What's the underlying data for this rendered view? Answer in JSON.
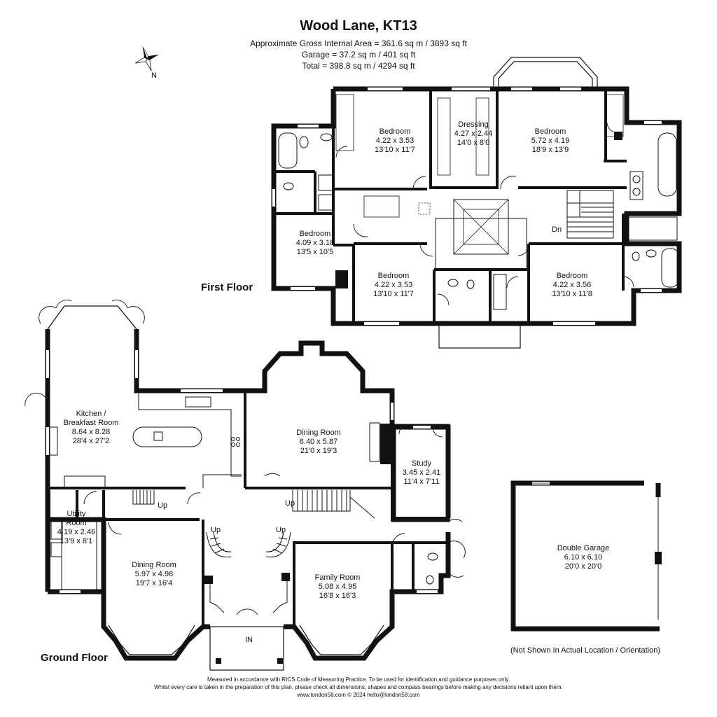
{
  "header": {
    "title": "Wood Lane, KT13",
    "area_lines": [
      "Approximate Gross Internal Area = 361.6 sq m / 3893 sq ft",
      "Garage  = 37.2 sq m / 401 sq ft",
      "Total = 398.8 sq m / 4294 sq ft"
    ]
  },
  "compass": {
    "icon": "compass-rose-icon",
    "label": "N"
  },
  "floors": {
    "first": {
      "label": "First Floor",
      "rooms": [
        {
          "name": "Bedroom",
          "metric": "4.22 x 3.53",
          "imperial": "13'10 x 11'7"
        },
        {
          "name": "Dressing",
          "metric": "4.27 x 2.44",
          "imperial": "14'0 x 8'0"
        },
        {
          "name": "Bedroom",
          "metric": "5.72 x 4.19",
          "imperial": "18'9 x 13'9"
        },
        {
          "name": "Bedroom",
          "metric": "4.09 x 3.18",
          "imperial": "13'5 x 10'5"
        },
        {
          "name": "Bedroom",
          "metric": "4.22 x 3.53",
          "imperial": "13'10 x 11'7"
        },
        {
          "name": "Bedroom",
          "metric": "4.22 x 3.56",
          "imperial": "13'10 x 11'8"
        }
      ],
      "stairs_label": "Dn"
    },
    "ground": {
      "label": "Ground Floor",
      "rooms": [
        {
          "name": "Kitchen /",
          "name2": "Breakfast Room",
          "metric": "8.64 x 8.28",
          "imperial": "28'4 x 27'2"
        },
        {
          "name": "Dining Room",
          "metric": "6.40 x 5.87",
          "imperial": "21'0 x 19'3"
        },
        {
          "name": "Study",
          "metric": "3.45 x 2.41",
          "imperial": "11'4 x 7'11"
        },
        {
          "name": "Utility",
          "name2": "Room",
          "metric": "4.19 x 2.46",
          "imperial": "13'9 x 8'1"
        },
        {
          "name": "Dining Room",
          "metric": "5.97 x 4.98",
          "imperial": "19'7 x 16'4"
        },
        {
          "name": "Family Room",
          "metric": "5.08 x 4.95",
          "imperial": "16'8 x 16'3"
        }
      ],
      "stairs_labels": [
        "Up",
        "Up",
        "Up",
        "Up"
      ],
      "entrance_label": "IN"
    },
    "garage": {
      "name": "Double Garage",
      "metric": "6.10 x 6.10",
      "imperial": "20'0 x 20'0",
      "note": "(Not Shown In Actual Location / Orientation)"
    }
  },
  "footer": {
    "lines": [
      "Measured in accordance with RICS Code of Measuring Practice. To be used for identification and guidance purposes only.",
      "Whilst every care is taken in the preparation of this plan, please check all dimensions, shapes and compass bearings before making any decisions reliant upon them.",
      "www.london58.com © 2024 hello@london58.com"
    ]
  }
}
